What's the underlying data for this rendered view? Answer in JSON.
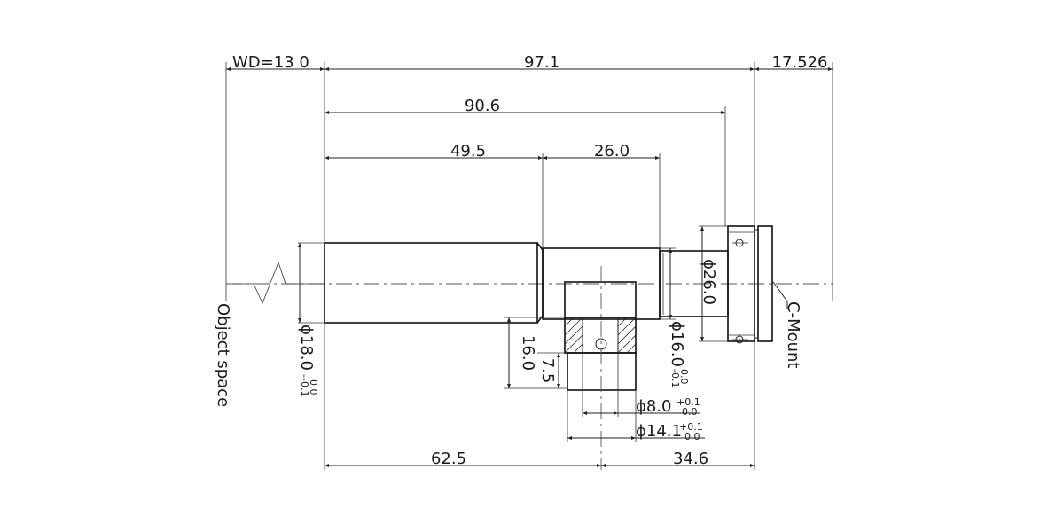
{
  "dimensions": {
    "wd": "WD=13 0",
    "total_length": "97.1",
    "flange_distance": "17.526",
    "barrel_length": "90.6",
    "front_tube_length": "49.5",
    "mid_tube_length": "26.0",
    "front_to_port": "62.5",
    "port_to_mount": "34.6",
    "port_height": "16.0",
    "port_depth": "7.5",
    "body_dia": "26.0",
    "port_bore_dia": "8.0",
    "port_bore_tol_upper": "+0.1",
    "port_bore_tol_lower": "0.0",
    "port_outer_dia": "14.1",
    "port_outer_tol_upper": "+0.1",
    "port_outer_tol_lower": "0.0",
    "front_dia": "18.0",
    "front_dia_tol_upper": "0.0",
    "front_dia_tol_lower": "-0.1",
    "mid_dia": "16.0",
    "mid_dia_tol_upper": "0.0",
    "mid_dia_tol_lower": "-0.1",
    "dia_symbol": "ϕ",
    "tol_dash": "-"
  },
  "labels": {
    "object_space": "Object space",
    "mount": "C-Mount"
  }
}
